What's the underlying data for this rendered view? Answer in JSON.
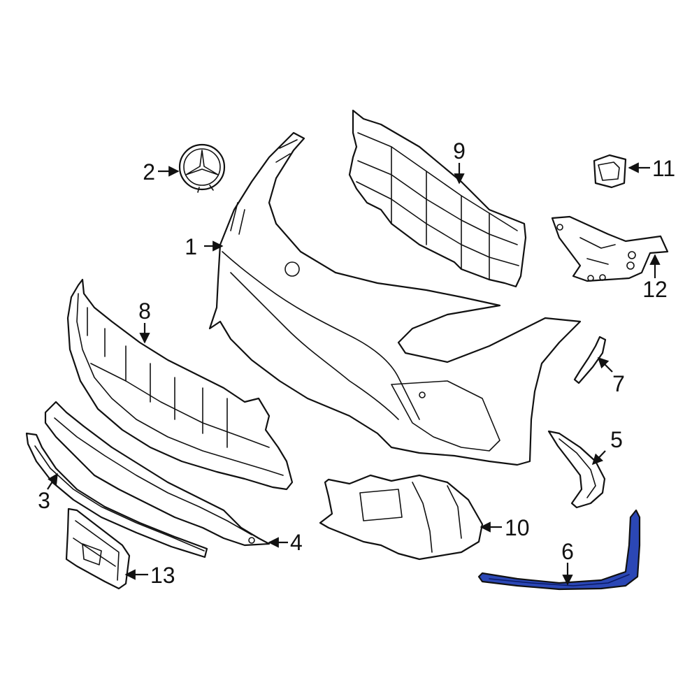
{
  "colors": {
    "line": "#111111",
    "background": "#ffffff",
    "highlight_fill": "#2b47b5",
    "highlight_stroke": "#111111"
  },
  "highlighted_part": "6",
  "callouts": [
    {
      "id": "1",
      "label": "1"
    },
    {
      "id": "2",
      "label": "2"
    },
    {
      "id": "3",
      "label": "3"
    },
    {
      "id": "4",
      "label": "4"
    },
    {
      "id": "5",
      "label": "5"
    },
    {
      "id": "6",
      "label": "6"
    },
    {
      "id": "7",
      "label": "7"
    },
    {
      "id": "8",
      "label": "8"
    },
    {
      "id": "9",
      "label": "9"
    },
    {
      "id": "10",
      "label": "10"
    },
    {
      "id": "11",
      "label": "11"
    },
    {
      "id": "12",
      "label": "12"
    },
    {
      "id": "13",
      "label": "13"
    }
  ]
}
